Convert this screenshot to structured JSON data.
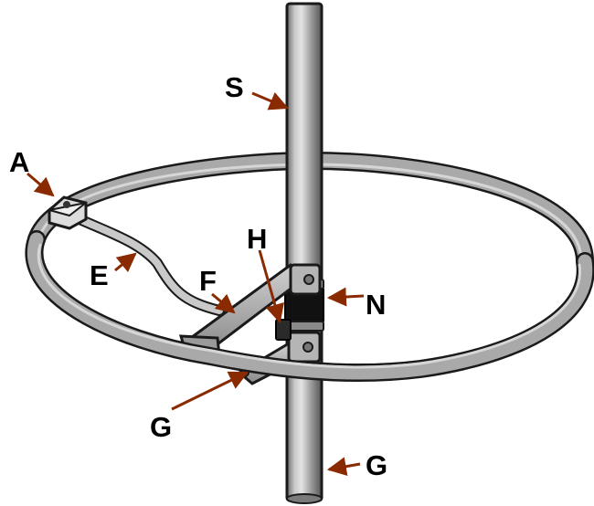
{
  "labels": {
    "a": "A",
    "e": "E",
    "f": "F",
    "g_left": "G",
    "g_right": "G",
    "h": "H",
    "n": "N",
    "s": "S"
  },
  "colors": {
    "background": "#ffffff",
    "metal": "#a9a9a9",
    "metal_light": "#d6d6d6",
    "metal_dark": "#5f5f5f",
    "outline": "#1a1a1a",
    "insulator": "#111111",
    "leader": "#8a2a00"
  }
}
